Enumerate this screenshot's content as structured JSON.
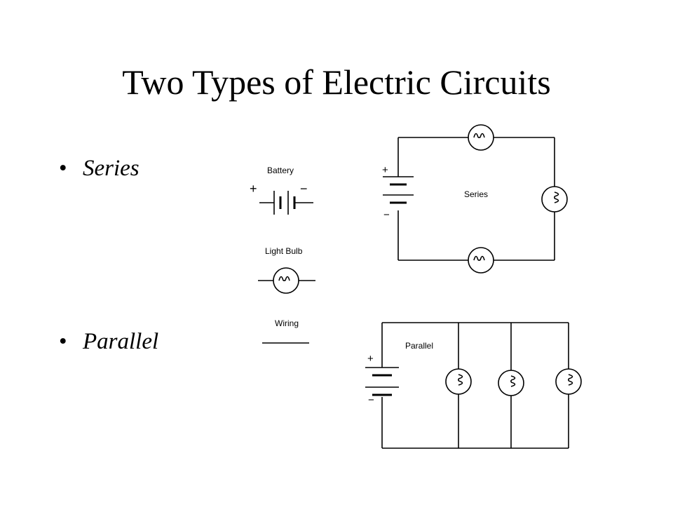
{
  "slide": {
    "title": "Two Types of Electric Circuits",
    "bullet_symbol": "•",
    "bullets": [
      "Series",
      "Parallel"
    ]
  },
  "legend": {
    "battery_label": "Battery",
    "bulb_label": "Light Bulb",
    "wiring_label": "Wiring",
    "plus": "+",
    "minus": "−"
  },
  "series_circuit": {
    "label": "Series",
    "plus": "+",
    "minus": "−"
  },
  "parallel_circuit": {
    "label": "Parallel",
    "plus": "+",
    "minus": "−"
  },
  "colors": {
    "background": "#ffffff",
    "ink": "#000000"
  }
}
